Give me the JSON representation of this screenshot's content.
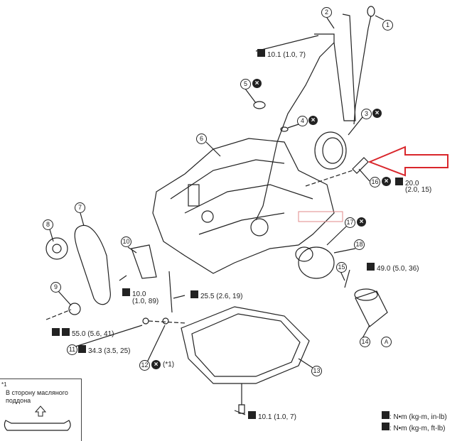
{
  "callouts": [
    "1",
    "2",
    "3",
    "4",
    "5",
    "6",
    "7",
    "8",
    "9",
    "10",
    "11",
    "12",
    "13",
    "14",
    "15",
    "16",
    "17",
    "18"
  ],
  "torques": {
    "dipstick_bolt": "10.1 (1.0, 7)",
    "sensor_line1": "20.0",
    "sensor_line2": "(2.0, 15)",
    "filter_connector": "49.0 (5.0, 36)",
    "tensioner_line1": "10.0",
    "tensioner_line2": "(1.0, 89)",
    "long_bolt": "25.5 (2.6, 19)",
    "sprocket_bolt": "55.0 (5.6, 41)",
    "drain_plug": "34.3 (3.5, 25)",
    "washer_note": "(*1)",
    "pan_bolt": "10.1 (1.0, 7)"
  },
  "filter_mark": "A",
  "inset": {
    "ref": "*1",
    "caption": "В сторону масляного поддона"
  },
  "legend": {
    "in_lb": ": N•m (kg-m, in-lb)",
    "ft_lb": ": N•m (kg-m, ft-lb)"
  },
  "colors": {
    "arrow": "#d9262b",
    "line": "#222222"
  }
}
